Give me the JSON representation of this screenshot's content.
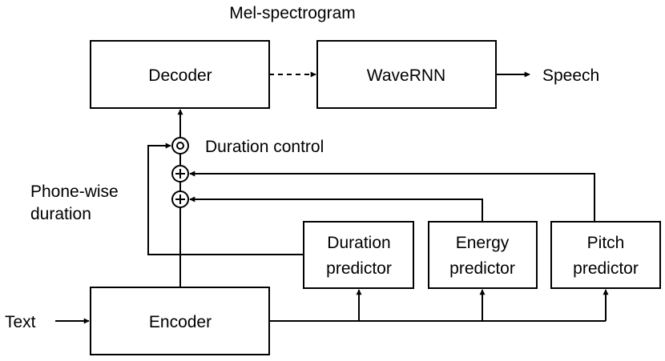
{
  "labels": {
    "mel_spectrogram": "Mel-spectrogram",
    "speech": "Speech",
    "text": "Text",
    "duration_control": "Duration control",
    "phone_wise_line1": "Phone-wise",
    "phone_wise_line2": "duration"
  },
  "blocks": {
    "decoder": "Decoder",
    "wavernn": "WaveRNN",
    "encoder": "Encoder",
    "duration_predictor_line1": "Duration",
    "duration_predictor_line2": "predictor",
    "energy_predictor_line1": "Energy",
    "energy_predictor_line2": "predictor",
    "pitch_predictor_line1": "Pitch",
    "pitch_predictor_line2": "predictor"
  },
  "colors": {
    "stroke": "#000000",
    "background": "#ffffff"
  }
}
